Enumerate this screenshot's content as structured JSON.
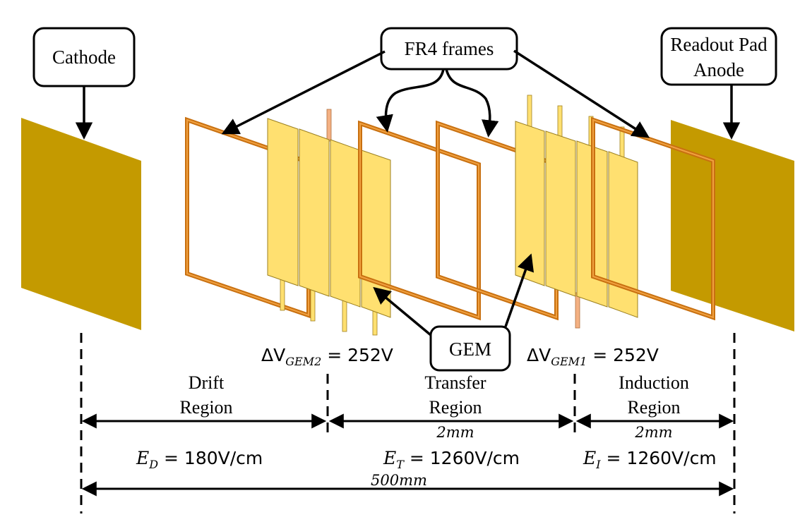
{
  "callouts": {
    "cathode": "Cathode",
    "fr4": "FR4 frames",
    "readout_line1": "Readout Pad",
    "readout_line2": "Anode",
    "gem": "GEM"
  },
  "voltages": {
    "gem2": {
      "delta": "ΔV",
      "sub": "GEM2",
      "rhs": " = 252V"
    },
    "gem1": {
      "delta": "ΔV",
      "sub": "GEM1",
      "rhs": " = 252V"
    }
  },
  "regions": {
    "drift": {
      "line1": "Drift",
      "line2": "Region",
      "field_var": "E",
      "field_sub": "D",
      "field_rhs": " = 180V/cm"
    },
    "transfer": {
      "line1": "Transfer",
      "line2": "Region",
      "gap": "2mm",
      "field_var": "E",
      "field_sub": "T",
      "field_rhs": " = 1260V/cm"
    },
    "induction": {
      "line1": "Induction",
      "line2": "Region",
      "gap": "2mm",
      "field_var": "E",
      "field_sub": "I",
      "field_rhs": " = 1260V/cm"
    }
  },
  "total_length": "500mm",
  "colors": {
    "electrode": "#C49A00",
    "frame": "#E07B10",
    "gem_foil": "#FFE070",
    "tab_copper": "#F4B183"
  }
}
